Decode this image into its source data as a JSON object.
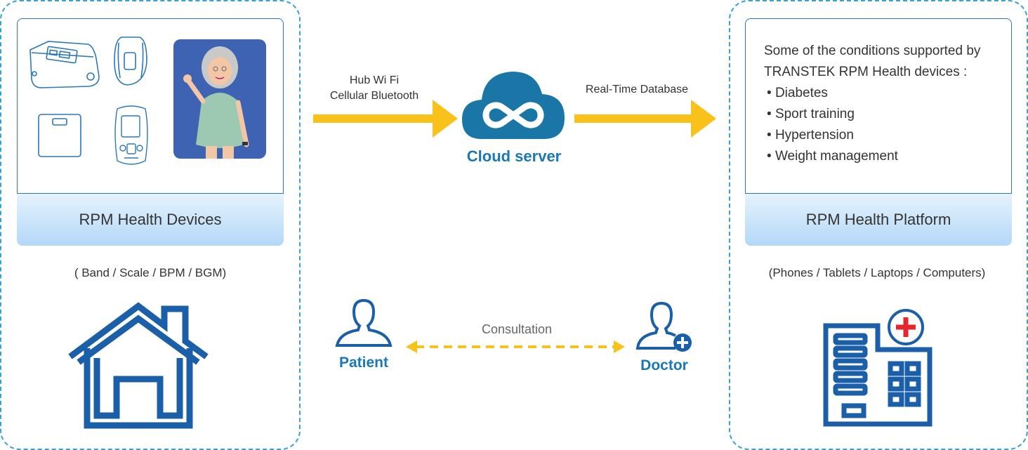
{
  "left_panel": {
    "footer_label": "RPM Health Devices",
    "caption": "( Band / Scale  / BPM / BGM)"
  },
  "right_panel": {
    "intro_line1": "Some of the conditions supported by",
    "intro_line2": "TRANSTEK RPM Health devices :",
    "conditions": [
      "Diabetes",
      "Sport training",
      "Hypertension",
      "Weight management"
    ],
    "footer_label": "RPM Health Platform",
    "caption": "(Phones / Tablets / Laptops / Computers)"
  },
  "arrows": {
    "left_line1": "Hub Wi Fi",
    "left_line2": "Cellular Bluetooth",
    "right_label": "Real-Time Database",
    "consultation_label": "Consultation"
  },
  "cloud": {
    "label": "Cloud server"
  },
  "people": {
    "patient_label": "Patient",
    "doctor_label": "Doctor"
  },
  "colors": {
    "frame_dash": "#3aa0d8",
    "device_line": "#2b78b8",
    "arrow": "#f9c21a",
    "cloud": "#1b76a8",
    "accent_blue": "#1b5fa8",
    "label_blue": "#1b78b6",
    "hospital_cross": "#e5262c"
  },
  "icons": [
    "blood-pressure-monitor-icon",
    "band-icon",
    "scale-icon",
    "glucose-meter-icon",
    "elderly-woman-illustration",
    "house-icon",
    "cloud-icon",
    "infinity-icon",
    "patient-icon",
    "doctor-icon",
    "hospital-icon"
  ]
}
